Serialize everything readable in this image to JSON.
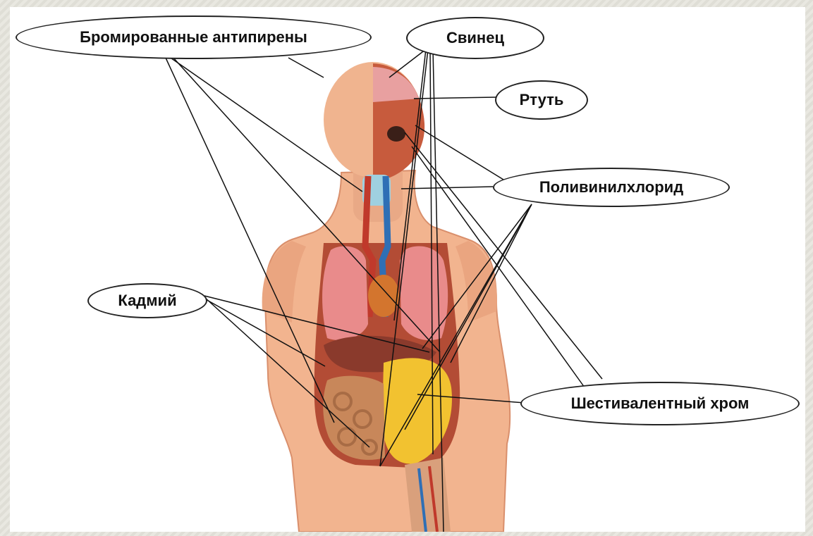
{
  "labels": {
    "brominated": "Бромированные антипирены",
    "lead": "Свинец",
    "mercury": "Ртуть",
    "pvc": "Поливинилхлорид",
    "cadmium": "Кадмий",
    "chromium": "Шестивалентный хром"
  },
  "colors": {
    "skin": "#f2b48f",
    "skin_dark": "#d98f6c",
    "lung": "#e98b8b",
    "liver": "#8a3a2c",
    "stomach": "#f2c230",
    "intestine": "#c8875a",
    "vessel_red": "#c0392b",
    "vessel_blue": "#2f6fb5",
    "line": "#111111"
  }
}
